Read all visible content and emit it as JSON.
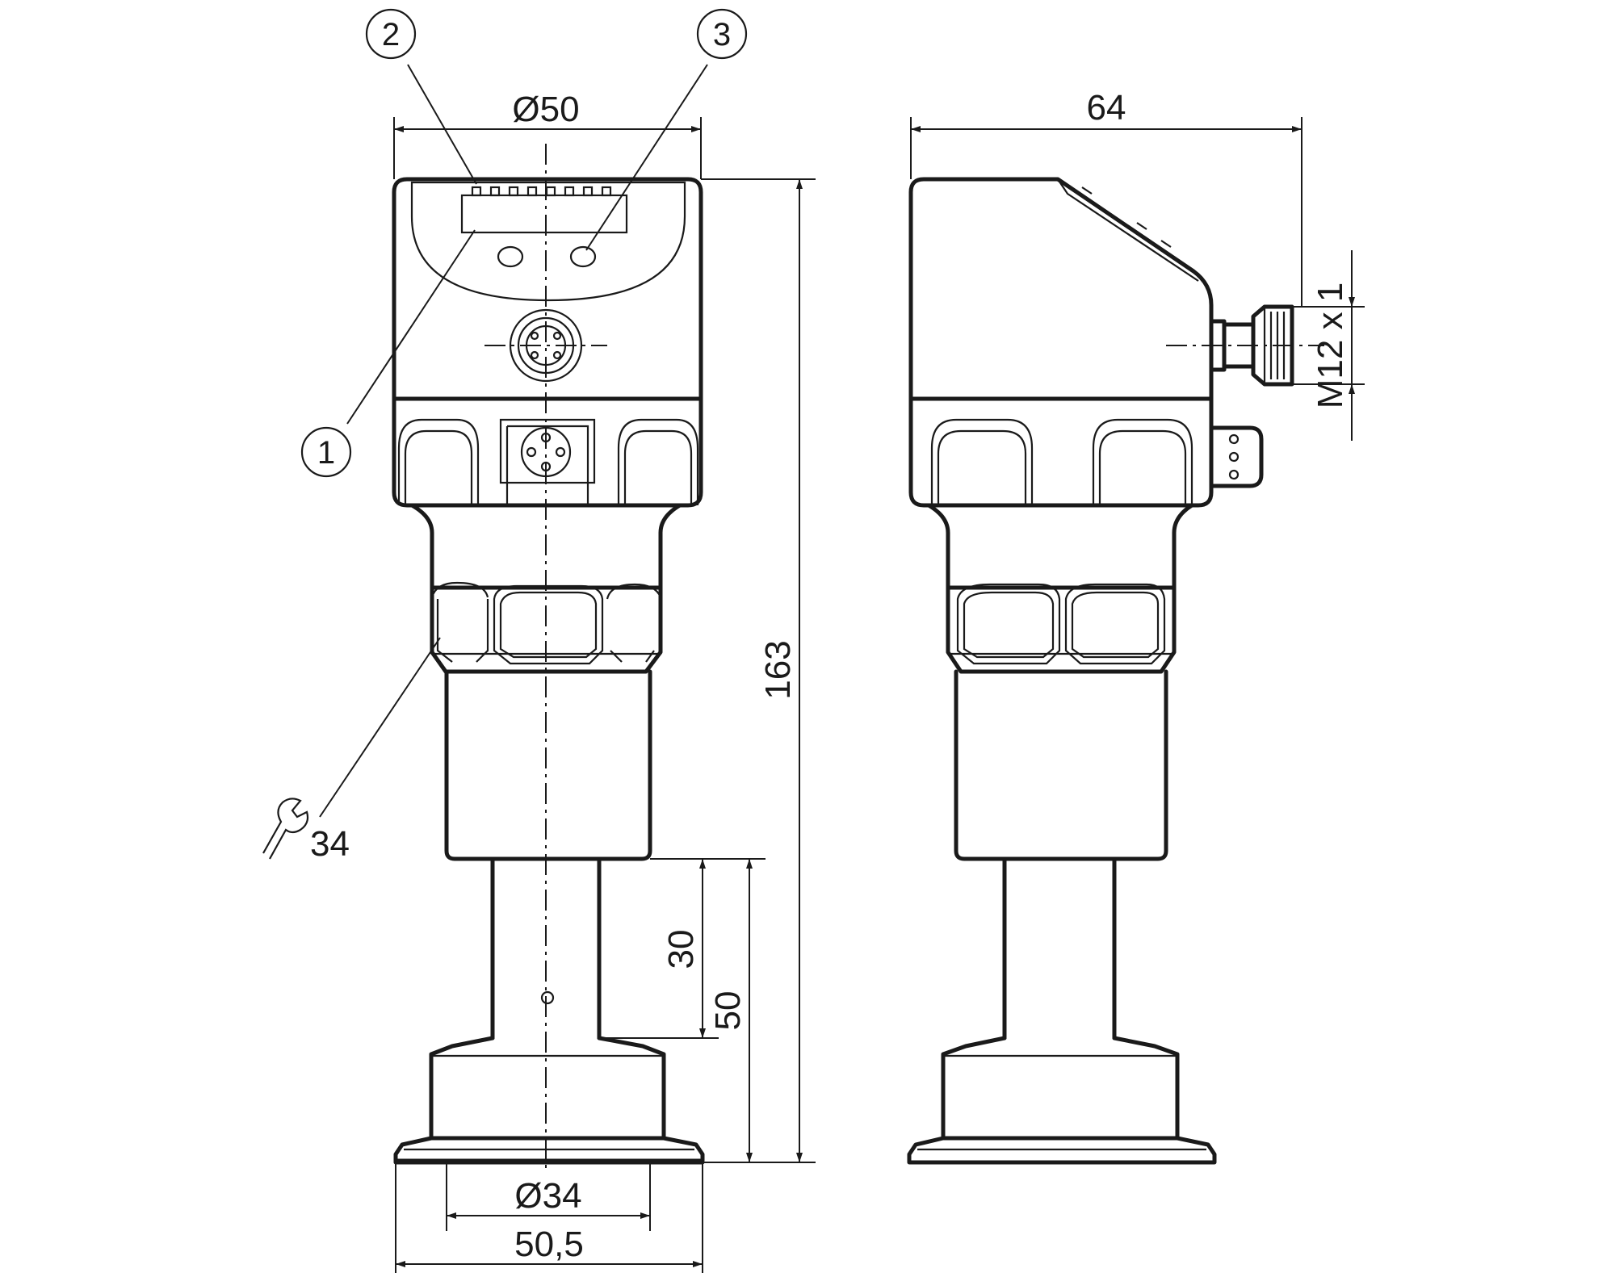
{
  "dimensions": {
    "top_diameter": "Ø50",
    "side_width": "64",
    "overall_height": "163",
    "thread": "M12 x 1",
    "pipe_length": "30",
    "clamp_height": "50",
    "inner_diameter": "Ø34",
    "flange_width": "50,5",
    "wrench_size": "34"
  },
  "callouts": {
    "c1": "1",
    "c2": "2",
    "c3": "3"
  },
  "icons": {
    "wrench": "wrench-icon"
  }
}
